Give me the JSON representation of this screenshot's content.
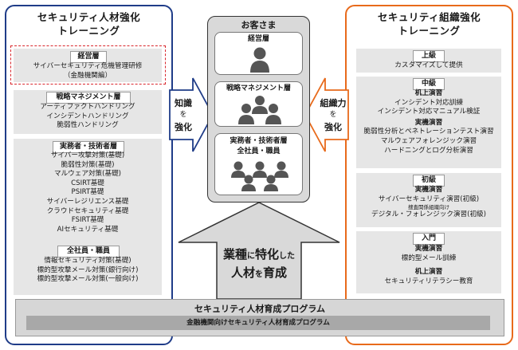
{
  "left_panel": {
    "title_line1": "セキュリティ人材強化",
    "title_line2": "トレーニング",
    "executive": {
      "label": "経営層",
      "lines": [
        "サイバーセキュリティ危機管理研修",
        "（金融機関編）"
      ]
    },
    "strategy": {
      "label": "戦略マネジメント層",
      "lines": [
        "アーティファクトハンドリング",
        "インシデントハンドリング",
        "脆弱性ハンドリング"
      ]
    },
    "practitioner": {
      "label": "実務者・技術者層",
      "lines": [
        "サイバー攻撃対策(基礎)",
        "脆弱性対策(基礎)",
        "マルウェア対策(基礎)",
        "CSIRT基礎",
        "PSIRT基礎",
        "サイバーレジリエンス基礎",
        "クラウドセキュリティ基礎",
        "FSIRT基礎",
        "AIセキュリティ基礎"
      ]
    },
    "all_staff": {
      "label": "全社員・職員",
      "lines": [
        "情報セキュリティ対策(基礎)",
        "標的型攻撃メール対策(銀行向け)",
        "標的型攻撃メール対策(一般向け)"
      ]
    }
  },
  "right_panel": {
    "title_line1": "セキュリティ組織強化",
    "title_line2": "トレーニング",
    "advanced": {
      "label": "上級",
      "lines": [
        "カスタマイズして提供"
      ]
    },
    "intermediate": {
      "label": "中級",
      "desk_title": "机上演習",
      "desk_lines": [
        "インシデント対応訓練",
        "インシデント対応マニュアル検証"
      ],
      "practice_title": "実機演習",
      "practice_lines": [
        "脆弱性分析とペネトレーションテスト演習",
        "マルウェアフォレンジック演習",
        "ハードニングとログ分析演習"
      ]
    },
    "beginner": {
      "label": "初級",
      "practice_title": "実機演習",
      "line1": "サイバーセキュリティ演習(初級)",
      "note": "捜査関係組織向け",
      "line2": "デジタル・フォレンジック演習(初級)"
    },
    "intro": {
      "label": "入門",
      "practice_title": "実機演習",
      "practice_lines": [
        "標的型メール訓練"
      ],
      "desk_title": "机上演習",
      "desk_lines": [
        "セキュリティリテラシー教育"
      ]
    }
  },
  "customer": {
    "title": "お客さま",
    "executive": "経営層",
    "strategy": "戦略マネジメント層",
    "practitioner_line1": "実務者・技術者層",
    "practitioner_line2": "全社員・職員"
  },
  "left_arrow": {
    "line1": "知識",
    "connector": "を",
    "line2": "強化"
  },
  "right_arrow": {
    "line1": "組織力",
    "connector": "を",
    "line2": "強化"
  },
  "big_arrow": {
    "part1": "業種",
    "part2": "に",
    "part3": "特化",
    "part4": "した",
    "line2_part1": "人材",
    "line2_part2": "を",
    "line2_part3": "育成"
  },
  "program": {
    "title": "セキュリティ人材育成プログラム",
    "subtitle": "金融機関向けセキュリティ人材育成プログラム"
  },
  "colors": {
    "left_border": "#1f3c88",
    "right_border": "#e86a1b",
    "highlight_dash": "#d9262c",
    "person_icon": "#555555"
  }
}
